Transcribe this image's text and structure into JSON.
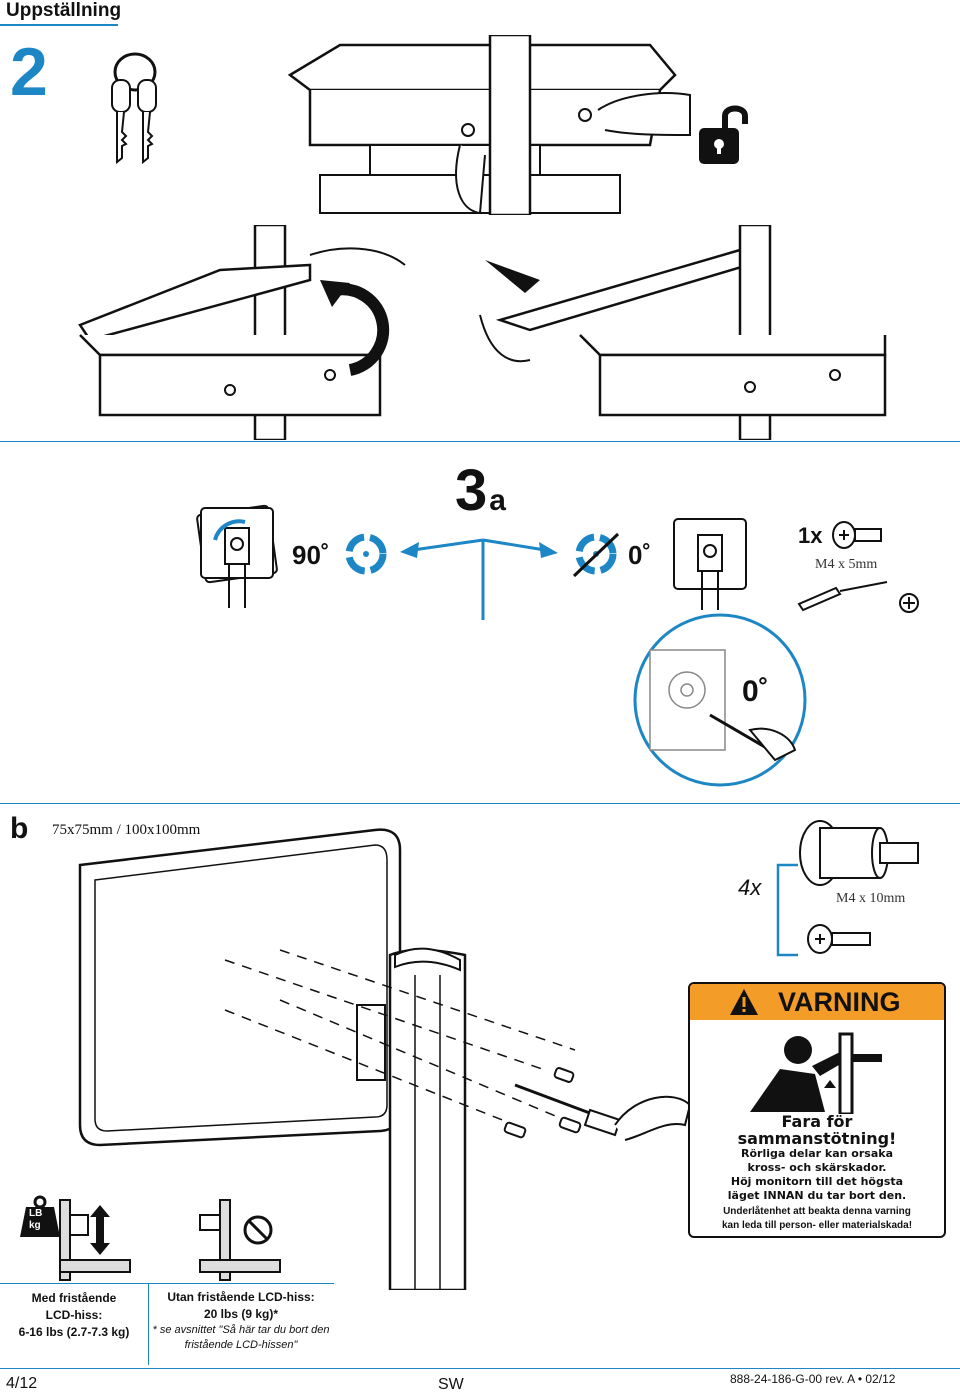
{
  "header": {
    "title": "Uppställning"
  },
  "step2": {
    "number": "2"
  },
  "step3a": {
    "number": "3",
    "letter": "a",
    "left_angle": "90˚",
    "right_angle": "0˚",
    "detail_angle": "0˚"
  },
  "screw_a": {
    "qty": "1x",
    "spec": "M4 x 5mm"
  },
  "stepb": {
    "letter": "b",
    "sizes": "75x75mm / 100x100mm"
  },
  "screw_b": {
    "qty": "4x",
    "spec": "M4 x 10mm"
  },
  "weight_badge": {
    "line1": "LB",
    "line2": "kg"
  },
  "warning": {
    "header": "VARNING",
    "title1": "Fara för",
    "title2": "sammanstötning!",
    "line1": "Rörliga delar kan orsaka",
    "line2": "kross- och skärskador.",
    "line3": "Höj monitorn till det högsta",
    "line4": "läget INNAN du tar bort den.",
    "line5": "Underlåtenhet att beakta denna varning",
    "line6": "kan leda till person- eller materialskada!"
  },
  "captions": {
    "with": {
      "l1": "Med fristående",
      "l2": "LCD-hiss:",
      "l3": "6-16 lbs (2.7-7.3 kg)"
    },
    "without": {
      "l1": "Utan fristående LCD-hiss:",
      "l2": "20 lbs (9 kg)*",
      "l3": "* se avsnittet \"Så här tar du bort den",
      "l4": "fristående LCD-hissen\""
    }
  },
  "footer": {
    "page": "4/12",
    "lang": "SW",
    "docnum": "888-24-186-G-00 rev. A • 02/12"
  },
  "colors": {
    "accent": "#1d87c6",
    "warning": "#f39c28"
  }
}
